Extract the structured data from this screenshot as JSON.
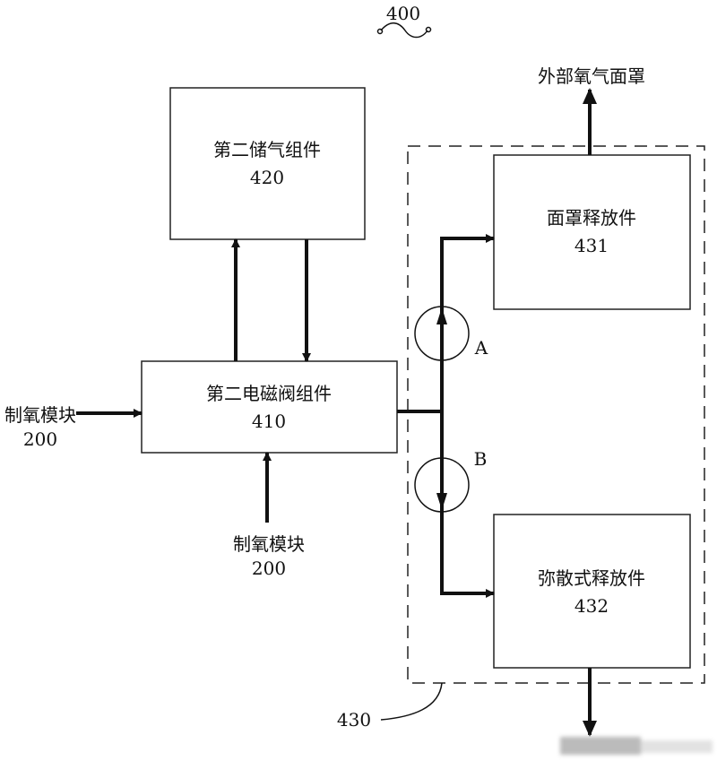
{
  "figure_number": "400",
  "blocks": {
    "storage": {
      "name": "第二储气组件",
      "ref": "420"
    },
    "valve": {
      "name": "第二电磁阀组件",
      "ref": "410"
    },
    "mask_release": {
      "name": "面罩释放件",
      "ref": "431"
    },
    "diffuse_release": {
      "name": "弥散式释放件",
      "ref": "432"
    }
  },
  "group_ref": "430",
  "inputs": {
    "left": {
      "name": "制氧模块",
      "ref": "200"
    },
    "bottom": {
      "name": "制氧模块",
      "ref": "200"
    }
  },
  "outputs": {
    "top": "外部氧气面罩"
  },
  "flow_labels": {
    "a": "A",
    "b": "B"
  }
}
